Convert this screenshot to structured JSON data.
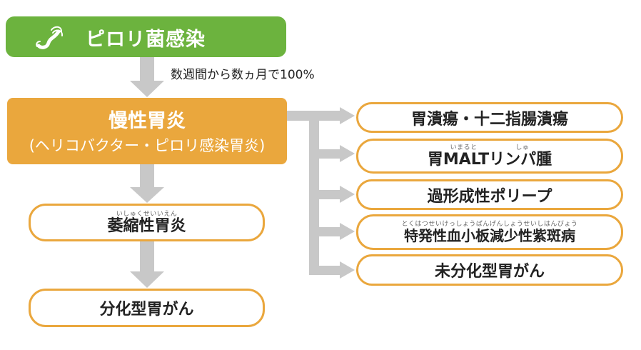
{
  "top_box": {
    "title": "ピロリ菌感染"
  },
  "note": "数週間から数ヵ月で100%",
  "center_box": {
    "title": "慢性胃炎",
    "subtitle": "(ヘリコバクター・ピロリ感染胃炎)"
  },
  "left_column": [
    {
      "label": "萎縮性胃炎",
      "ruby": "いしゅくせいいえん"
    },
    {
      "label": "分化型胃がん"
    }
  ],
  "right_column": [
    {
      "label": "胃潰瘍・十二指腸潰瘍"
    },
    {
      "label": "胃MALTリンパ腫",
      "ruby_a": "いまると",
      "ruby_b": "しゅ"
    },
    {
      "label": "過形成性ポリープ"
    },
    {
      "label": "特発性血小板減少性紫斑病",
      "ruby": "とくはつせいけっしょうばんげんしょうせいしはんびょう"
    },
    {
      "label": "未分化型胃がん"
    }
  ],
  "colors": {
    "green": "#6cb33e",
    "orange": "#eaa73d",
    "arrow_gray": "#c8c8c8"
  }
}
